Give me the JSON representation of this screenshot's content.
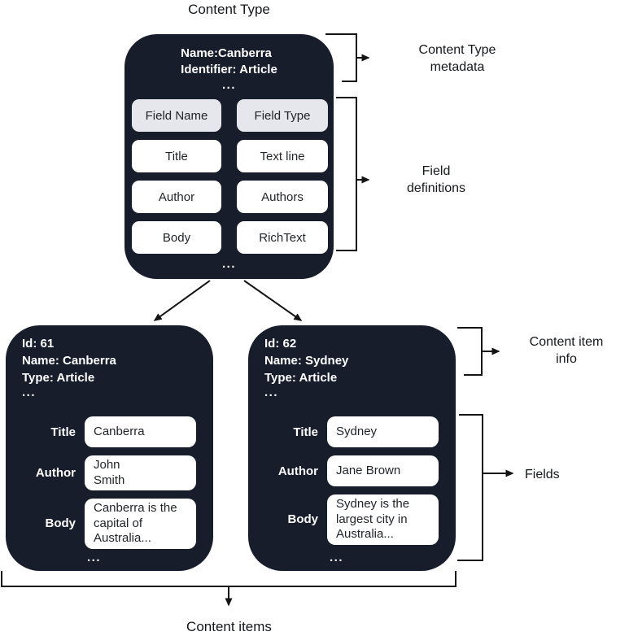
{
  "colors": {
    "box_background": "#171d2b",
    "header_chip_background": "#e6e6ed",
    "chip_background": "#ffffff",
    "line_color": "#141414",
    "light_text": "#ffffff",
    "dark_text": "#15171c"
  },
  "title": "Content Type",
  "content_type": {
    "metadata": {
      "name": "Name:Canberra",
      "identifier": "Identifier: Article",
      "ellipsis": "..."
    },
    "columns": {
      "name": "Field Name",
      "type": "Field Type"
    },
    "fields": [
      {
        "name": "Title",
        "type": "Text line"
      },
      {
        "name": "Author",
        "type": "Authors"
      },
      {
        "name": "Body",
        "type": "RichText"
      }
    ],
    "ellipsis": "..."
  },
  "annotations": {
    "content_type_metadata": "Content Type\nmetadata",
    "field_definitions": "Field\ndefinitions",
    "content_item_info": "Content item\ninfo",
    "fields": "Fields",
    "content_items": "Content items"
  },
  "content_items": [
    {
      "info": {
        "id": "Id: 61",
        "name": "Name: Canberra",
        "type": "Type: Article",
        "ellipsis": "..."
      },
      "fields": [
        {
          "label": "Title",
          "value": "Canberra"
        },
        {
          "label": "Author",
          "value": "John\nSmith"
        },
        {
          "label": "Body",
          "value": "Canberra is the\ncapital of\nAustralia..."
        }
      ],
      "ellipsis": "..."
    },
    {
      "info": {
        "id": "Id: 62",
        "name": "Name: Sydney",
        "type": "Type: Article",
        "ellipsis": "..."
      },
      "fields": [
        {
          "label": "Title",
          "value": "Sydney"
        },
        {
          "label": "Author",
          "value": "Jane Brown"
        },
        {
          "label": "Body",
          "value": "Sydney is the\nlargest city in\nAustralia..."
        }
      ],
      "ellipsis": "..."
    }
  ]
}
